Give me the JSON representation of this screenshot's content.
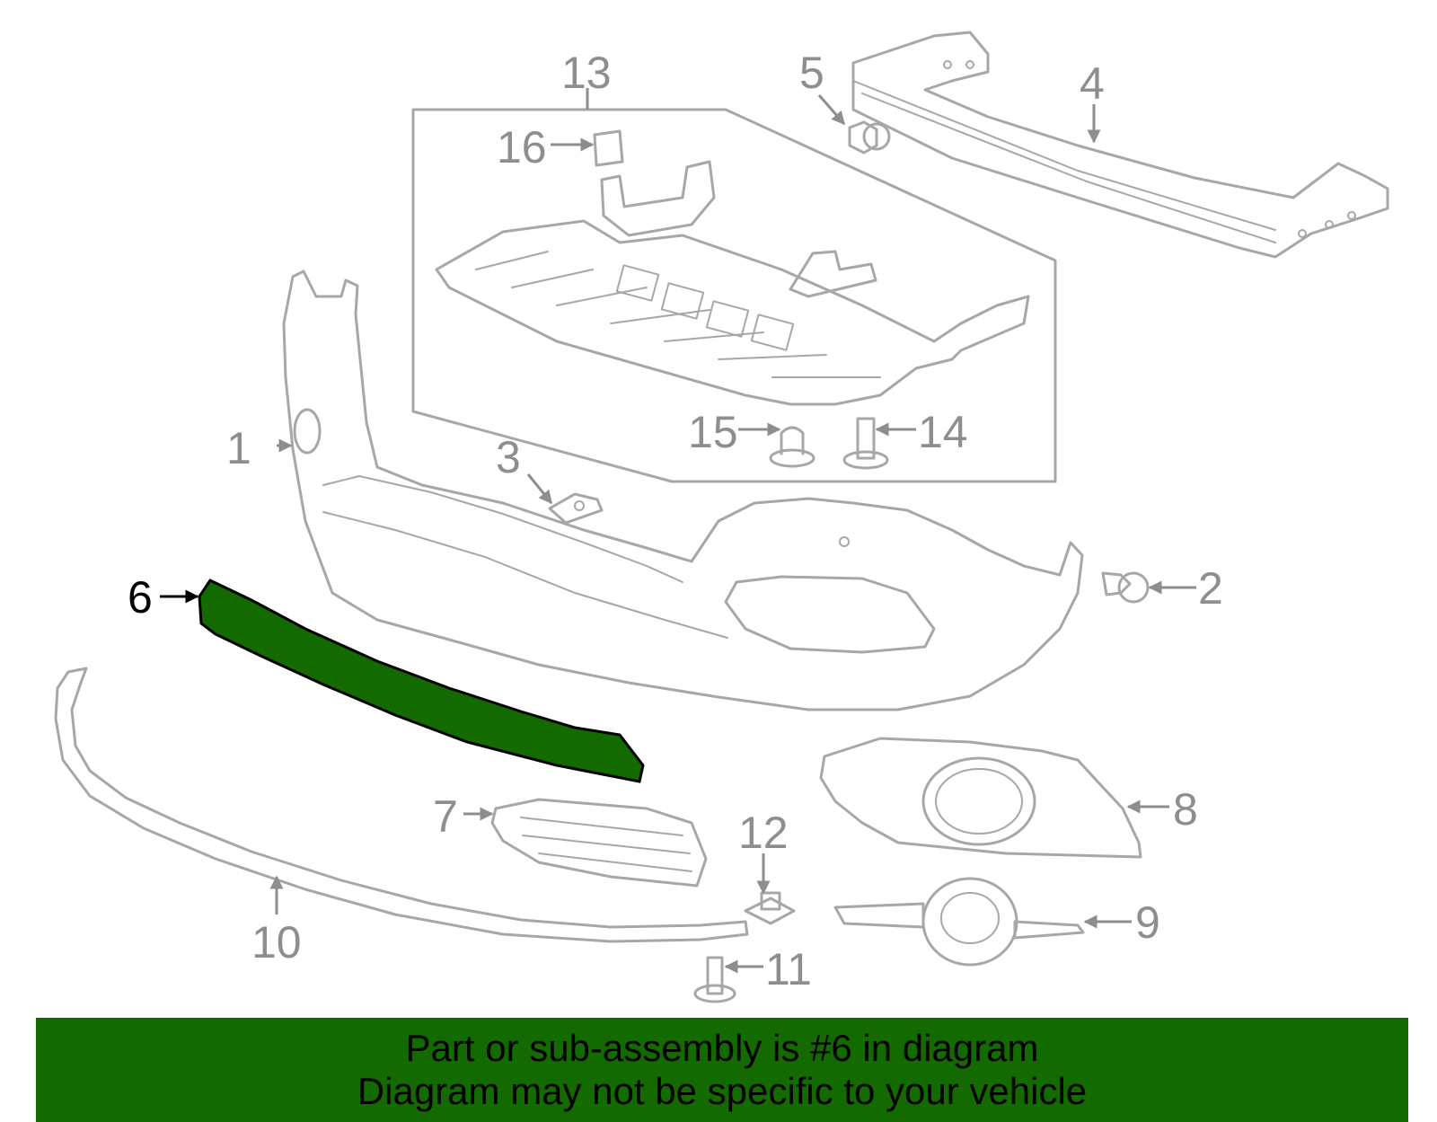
{
  "diagram": {
    "highlighted_part": "6",
    "highlight_color": "#136b00",
    "part_line_color": "#a7a7a7",
    "callouts": [
      "1",
      "2",
      "3",
      "4",
      "5",
      "6",
      "7",
      "8",
      "9",
      "10",
      "11",
      "12",
      "13",
      "14",
      "15",
      "16"
    ]
  },
  "banner": {
    "background": "#136b00",
    "line1": "Part or sub-assembly is #6 in diagram",
    "line2": "Diagram may not be specific to your vehicle"
  }
}
